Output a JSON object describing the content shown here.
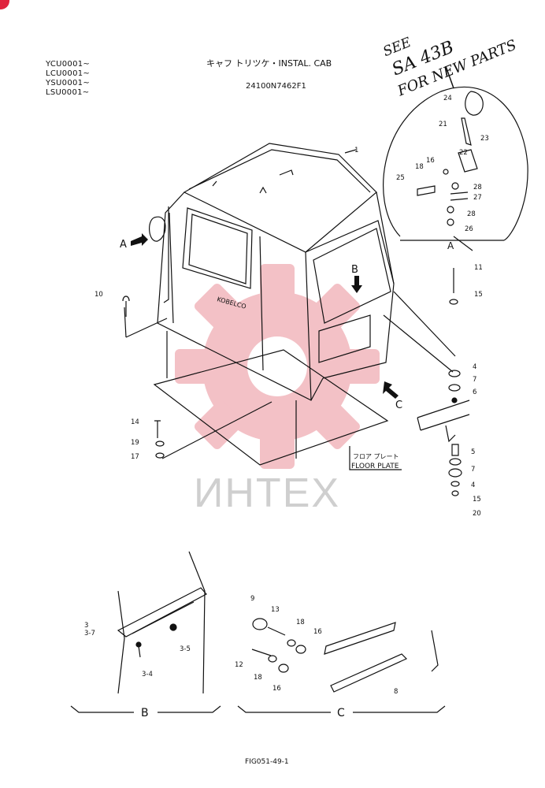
{
  "serials": [
    "YCU0001~",
    "LCU0001~",
    "YSU0001~",
    "LSU0001~"
  ],
  "title": "キャフ トリツケ・INSTAL. CAB",
  "part_number": "24100N7462F1",
  "handwritten_note": [
    "SEE",
    "SA 43B",
    "FOR NEW PARTS"
  ],
  "view_a_label": "A",
  "view_b_label": "B",
  "view_c_label": "C",
  "arrow_a": "A",
  "arrow_b": "B",
  "arrow_c": "C",
  "cab_brand": "KOBELCO",
  "floor_plate_jp": "フロア プレート",
  "floor_plate_en": "FLOOR PLATE",
  "watermark": "ИНТЕХ",
  "figure_id": "FIG051-49-1",
  "callouts": {
    "c1": "1",
    "c4": "4",
    "c5": "5",
    "c6": "6",
    "c7": "7",
    "c8": "8",
    "c9": "9",
    "c10": "10",
    "c11": "11",
    "c12": "12",
    "c13": "13",
    "c14": "14",
    "c15": "15",
    "c16": "16",
    "c17": "17",
    "c18": "18",
    "c19": "19",
    "c20": "20",
    "c21": "21",
    "c22": "22",
    "c23": "23",
    "c24": "24",
    "c25": "25",
    "c26": "26",
    "c27": "27",
    "c28": "28",
    "c3": "3",
    "c37": "3-7",
    "c34": "3-4",
    "c35": "3-5"
  },
  "colors": {
    "ink": "#111111",
    "watermark_gear": "#f2b7bd",
    "corner_dot": "#e0233d"
  }
}
